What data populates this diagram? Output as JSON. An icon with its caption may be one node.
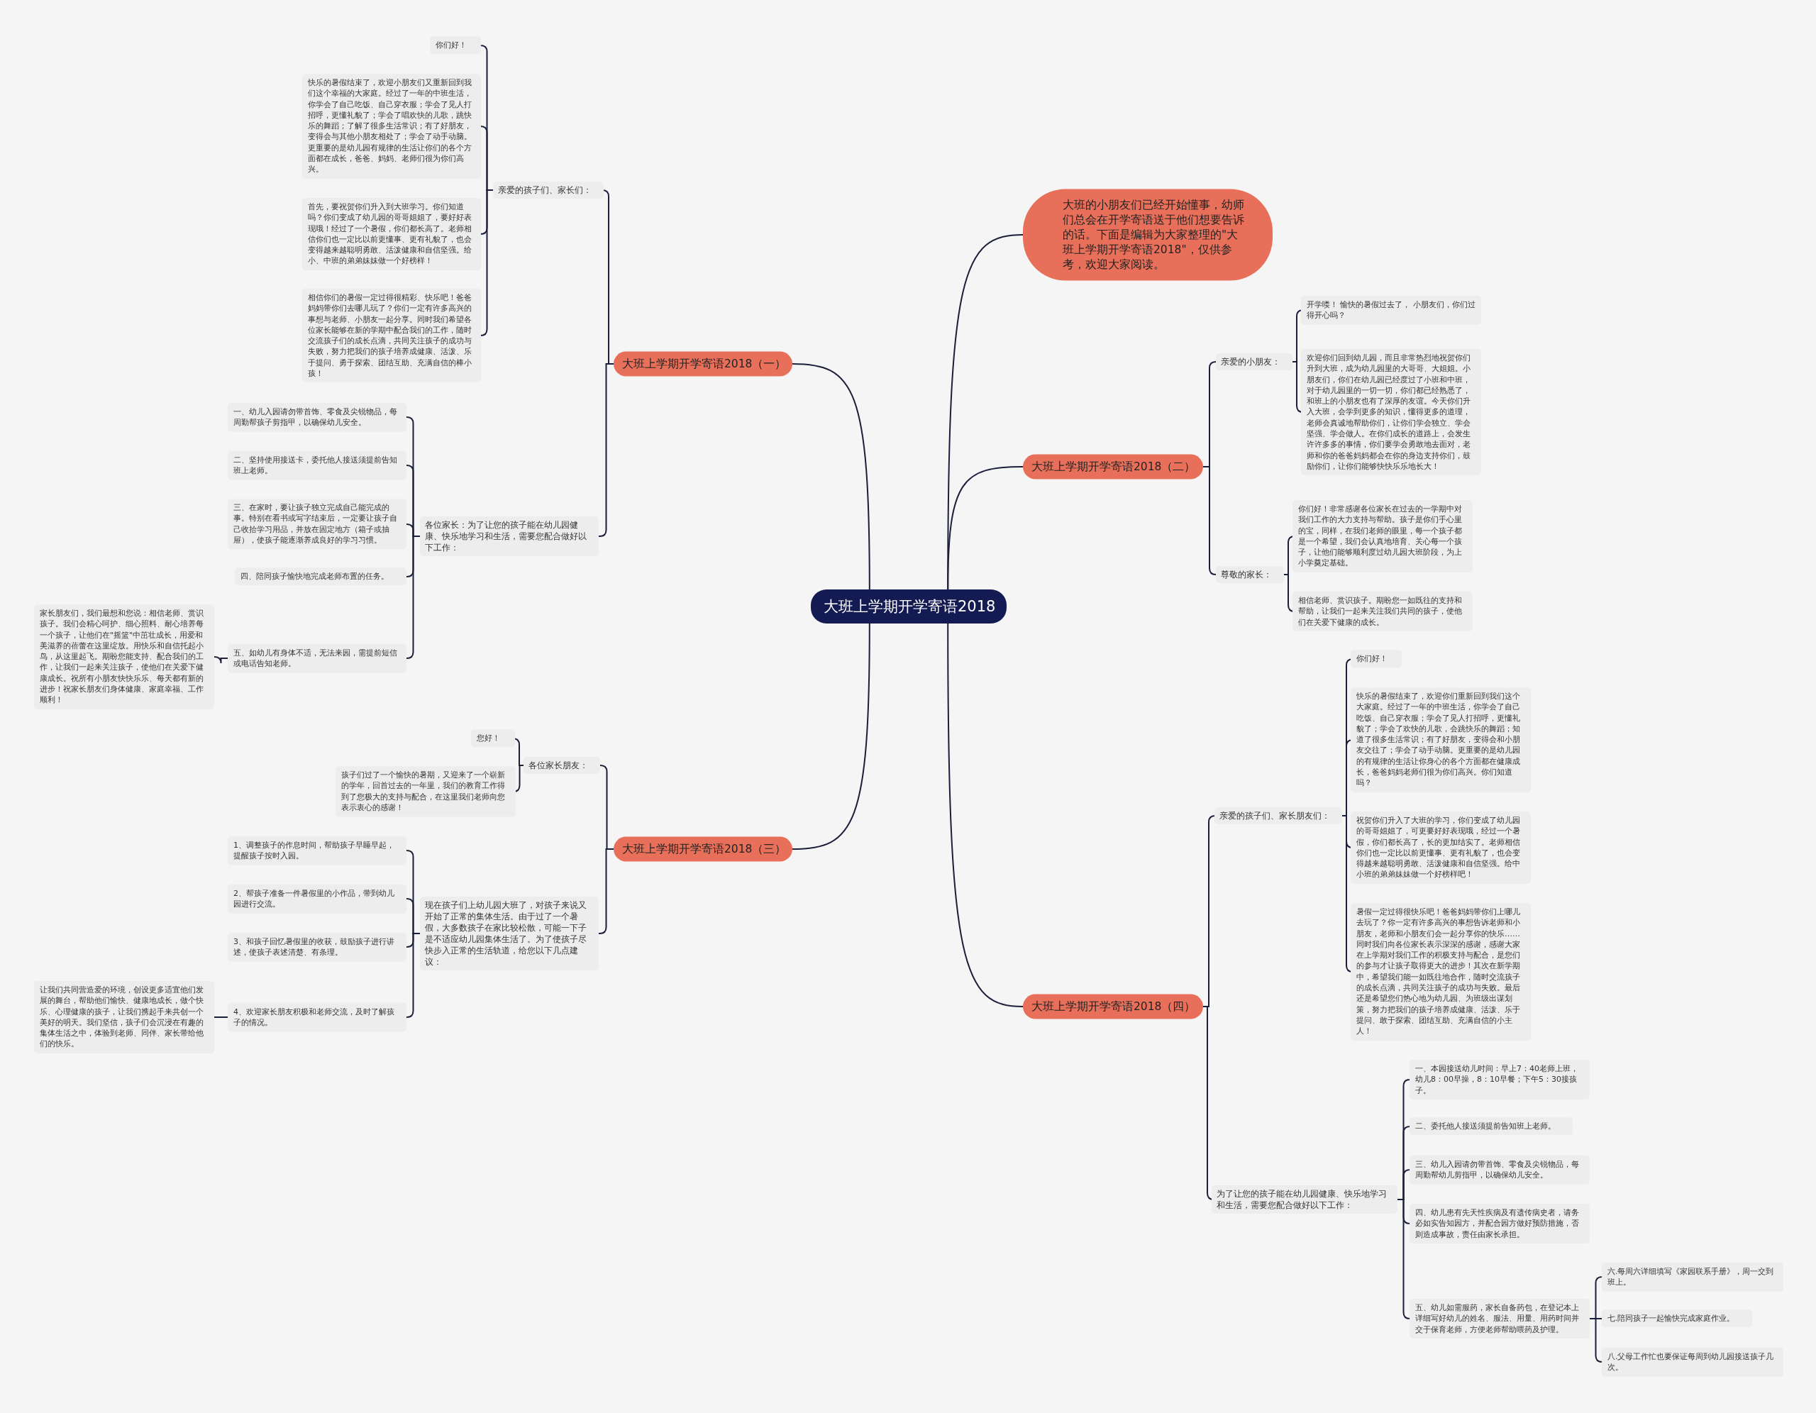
{
  "diagram": {
    "nodes": [
      {
        "text": [
          "大班上学期开学寄语2018"
        ]
      },
      {
        "text": [
          "大班的小朋友们已经开始懂事，幼师们总会在开学寄语送于他们想要告诉的话。下面是编辑为大家整理的\"大班上学期开学寄语2018\"，仅供参考，欢迎大家阅读。"
        ]
      },
      {
        "text": [
          "大班上学期开学寄语2018（一）"
        ]
      },
      {
        "text": [
          "亲爱的孩子们、家长们："
        ]
      },
      {
        "text": [
          "你们好！"
        ]
      },
      {
        "text": [
          "快乐的暑假结束了，欢迎小朋友们又重新回到我们这个幸福的大家庭。经过了一年的中班生活，你学会了自己吃饭、自己穿衣服；学会了见人打招呼，更懂礼貌了；学会了唱欢快的儿歌，跳快乐的舞蹈；了解了很多生活常识；有了好朋友，变得会与其他小朋友相处了；学会了动手动脑。更重要的是幼儿园有规律的生活让你们的各个方面都在成长，爸爸、妈妈、老师们很为你们高兴。"
        ]
      },
      {
        "text": [
          "首先，要祝贺你们升入到大班学习。你们知道吗？你们变成了幼儿园的哥哥姐姐了，要好好表现哦！经过了一个暑假，你们都长高了。老师相信你们也一定比以前更懂事、更有礼貌了，也会变得越来越聪明勇敢、活泼健康和自信坚强。给小、中班的弟弟妹妹做一个好榜样！"
        ]
      },
      {
        "text": [
          "相信你们的暑假一定过得很精彩、快乐吧！爸爸妈妈带你们去哪儿玩了？你们一定有许多高兴的事想与老师、小朋友一起分享。同时我们希望各位家长能够在新的学期中配合我们的工作，随时交流孩子们的成长点滴，共同关注孩子的成功与失败，努力把我们的孩子培养成健康、活泼、乐于提问、勇于探索、团结互助、充满自信的棒小孩！"
        ]
      },
      {
        "text": [
          "各位家长：为了让您的孩子能在幼儿园健康、快乐地学习和生活，需要您配合做好以下工作："
        ]
      },
      {
        "text": [
          "一、幼儿入园请勿带首饰、零食及尖锐物品，每周勤帮孩子剪指甲，以确保幼儿安全。"
        ]
      },
      {
        "text": [
          "二、坚持使用接送卡，委托他人接送须提前告知班上老师。"
        ]
      },
      {
        "text": [
          "三、在家时，要让孩子独立完成自己能完成的事。特别在看书或写字结束后，一定要让孩子自己收拾学习用品，并放在固定地方（箱子或抽屉），使孩子能逐渐养成良好的学习习惯。"
        ]
      },
      {
        "text": [
          "四、陪同孩子愉快地完成老师布置的任务。"
        ]
      },
      {
        "text": [
          "五、如幼儿有身体不适，无法来园，需提前短信或电话告知老师。"
        ]
      },
      {
        "text": [
          "家长朋友们，我们最想和您说：相信老师、赏识孩子。我们会精心呵护、细心照料、耐心培养每一个孩子，让他们在\"摇篮\"中茁壮成长，用爱和美滋养的蓓蕾在这里绽放。用快乐和自信托起小鸟，从这里起飞。期盼您能支持、配合我们的工作，让我们一起来关注孩子，使他们在关爱下健康成长。祝所有小朋友快快乐乐、每天都有新的进步！祝家长朋友们身体健康、家庭幸福、工作顺利！"
        ]
      },
      {
        "text": [
          "大班上学期开学寄语2018（二）"
        ]
      },
      {
        "text": [
          "亲爱的小朋友："
        ]
      },
      {
        "text": [
          "开学喽！ 愉快的暑假过去了， 小朋友们，你们过得开心吗？"
        ]
      },
      {
        "text": [
          "欢迎你们回到幼儿园，而且非常热烈地祝贺你们升到大班，成为幼儿园里的大哥哥、大姐姐。小朋友们，你们在幼儿园已经度过了小班和中班，对于幼儿园里的一切一切，你们都已经熟悉了，和班上的小朋友也有了深厚的友谊。今天你们升入大班，会学到更多的知识，懂得更多的道理，老师会真诚地帮助你们，让你们学会独立、学会坚强、学会做人。在你们成长的道路上，会发生许许多多的事情，你们要学会勇敢地去面对，老师和你的爸爸妈妈都会在你的身边支持你们，鼓励你们，让你们能够快快乐乐地长大！"
        ]
      },
      {
        "text": [
          "尊敬的家长："
        ]
      },
      {
        "text": [
          "你们好！非常感谢各位家长在过去的一学期中对我们工作的大力支持与帮助。孩子是你们手心里的宝，同样，在我们老师的眼里，每一个孩子都是一个希望，我们会认真地培育、关心每一个孩子，让他们能够顺利度过幼儿园大班阶段，为上小学奠定基础。"
        ]
      },
      {
        "text": [
          "相信老师、赏识孩子。期盼您一如既往的支持和帮助，让我们一起来关注我们共同的孩子，使他们在关爱下健康的成长。"
        ]
      },
      {
        "text": [
          "大班上学期开学寄语2018（三）"
        ]
      },
      {
        "text": [
          "各位家长朋友："
        ]
      },
      {
        "text": [
          "您好！"
        ]
      },
      {
        "text": [
          "孩子们过了一个愉快的暑期，又迎来了一个崭新的学年，回首过去的一年里，我们的教育工作得到了您极大的支持与配合，在这里我们老师向您表示衷心的感谢！"
        ]
      },
      {
        "text": [
          "现在孩子们上幼儿园大班了，对孩子来说又开始了正常的集体生活。由于过了一个暑假，大多数孩子在家比较松散，可能一下子是不适应幼儿园集体生活了。为了使孩子尽快步入正常的生活轨道，给您以下几点建议："
        ]
      },
      {
        "text": [
          "1、调整孩子的作息时间，帮助孩子早睡早起，提醒孩子按时入园。"
        ]
      },
      {
        "text": [
          "2、帮孩子准备一件暑假里的小作品，带到幼儿园进行交流。"
        ]
      },
      {
        "text": [
          "3、和孩子回忆暑假里的收获，鼓励孩子进行讲述，使孩子表述清楚、有条理。"
        ]
      },
      {
        "text": [
          "4、欢迎家长朋友积极和老师交流，及时了解孩子的情况。"
        ]
      },
      {
        "text": [
          "让我们共同营造爱的环境，创设更多适宜他们发展的舞台，帮助他们愉快、健康地成长，做个快乐、心理健康的孩子，让我们携起手来共创一个美好的明天。我们坚信，孩子们会沉浸在有趣的集体生活之中，体验到老师、同伴、家长带给他们的快乐。"
        ]
      },
      {
        "text": [
          "大班上学期开学寄语2018（四）"
        ]
      },
      {
        "text": [
          "亲爱的孩子们、家长朋友们："
        ]
      },
      {
        "text": [
          "你们好！"
        ]
      },
      {
        "text": [
          "快乐的暑假结束了，欢迎你们重新回到我们这个大家庭。经过了一年的中班生活，你学会了自己吃饭、自己穿衣服；学会了见人打招呼，更懂礼貌了；学会了欢快的儿歌，会跳快乐的舞蹈；知道了很多生活常识；有了好朋友，变得会和小朋友交往了；学会了动手动脑。更重要的是幼儿园的有规律的生活让你身心的各个方面都在健康成长，爸爸妈妈老师们很为你们高兴。你们知道吗？"
        ]
      },
      {
        "text": [
          "祝贺你们升入了大班的学习，你们变成了幼儿园的哥哥姐姐了，可更要好好表现哦，经过一个暑假，你们都长高了，长的更加结实了。老师相信你们也一定比以前更懂事、更有礼貌了，也会变得越来越聪明勇敢、活泼健康和自信坚强。给中小班的弟弟妹妹做一个好榜样吧！"
        ]
      },
      {
        "text": [
          "暑假一定过得很快乐吧！爸爸妈妈带你们上哪儿去玩了？你一定有许多高兴的事想告诉老师和小朋友，老师和小朋友们会一起分享你的快乐……同时我们向各位家长表示深深的感谢，感谢大家在上学期对我们工作的积极支持与配合，是您们的参与才让孩子取得更大的进步！其次在新学期中，希望我们能一如既往地合作，随时交流孩子的成长点滴，共同关注孩子的成功与失败。最后还是希望您们热心地为幼儿园、为班级出谋划策，努力把我们的孩子培养成健康、活泼、乐于提问、敢于探索、团结互助、充满自信的小主人！"
        ]
      },
      {
        "text": [
          "为了让您的孩子能在幼儿园健康、快乐地学习和生活，需要您配合做好以下工作："
        ]
      },
      {
        "text": [
          "一、本园接送幼儿时间：早上7：40老师上班，幼儿8：00早操，8：10早餐；下午5：30接孩子。"
        ]
      },
      {
        "text": [
          "二、委托他人接送须提前告知班上老师。"
        ]
      },
      {
        "text": [
          "三、幼儿入园请勿带首饰、零食及尖锐物品，每周勤帮幼儿剪指甲，以确保幼儿安全。"
        ]
      },
      {
        "text": [
          "四、幼儿患有先天性疾病及有遗传病史者，请务必如实告知园方，并配合园方做好预防措施，否则造成事故，责任由家长承担。"
        ]
      },
      {
        "text": [
          "五、幼儿如需服药，家长自备药包，在登记本上详细写好幼儿的姓名、服法、用量、用药时间并交于保育老师，方便老师帮助喂药及护理。"
        ]
      },
      {
        "text": [
          "六.每周六详细填写《家园联系手册》，周一交到班上。"
        ]
      },
      {
        "text": [
          "七.陪同孩子一起愉快完成家庭作业。"
        ]
      },
      {
        "text": [
          "八.父母工作忙也要保证每周到幼儿园接送孩子几次。"
        ]
      }
    ],
    "edges": [
      {
        "from": 0,
        "to": 1,
        "arrow": "none"
      },
      {
        "from": 0,
        "to": 2,
        "arrow": "none"
      },
      {
        "from": 2,
        "to": 3,
        "arrow": "none"
      },
      {
        "from": 3,
        "to": 4,
        "arrow": "none"
      },
      {
        "from": 3,
        "to": 5,
        "arrow": "none"
      },
      {
        "from": 3,
        "to": 6,
        "arrow": "none"
      },
      {
        "from": 3,
        "to": 7,
        "arrow": "none"
      },
      {
        "from": 2,
        "to": 8,
        "arrow": "none"
      },
      {
        "from": 8,
        "to": 9,
        "arrow": "none"
      },
      {
        "from": 8,
        "to": 10,
        "arrow": "none"
      },
      {
        "from": 8,
        "to": 11,
        "arrow": "none"
      },
      {
        "from": 8,
        "to": 12,
        "arrow": "none"
      },
      {
        "from": 8,
        "to": 13,
        "arrow": "none"
      },
      {
        "from": 13,
        "to": 14,
        "arrow": "none"
      },
      {
        "from": 0,
        "to": 15,
        "arrow": "none"
      },
      {
        "from": 15,
        "to": 16,
        "arrow": "none"
      },
      {
        "from": 16,
        "to": 17,
        "arrow": "none"
      },
      {
        "from": 16,
        "to": 18,
        "arrow": "none"
      },
      {
        "from": 15,
        "to": 19,
        "arrow": "none"
      },
      {
        "from": 19,
        "to": 20,
        "arrow": "none"
      },
      {
        "from": 19,
        "to": 21,
        "arrow": "none"
      },
      {
        "from": 0,
        "to": 22,
        "arrow": "none"
      },
      {
        "from": 22,
        "to": 23,
        "arrow": "none"
      },
      {
        "from": 23,
        "to": 24,
        "arrow": "none"
      },
      {
        "from": 23,
        "to": 25,
        "arrow": "none"
      },
      {
        "from": 22,
        "to": 26,
        "arrow": "none"
      },
      {
        "from": 26,
        "to": 27,
        "arrow": "none"
      },
      {
        "from": 26,
        "to": 28,
        "arrow": "none"
      },
      {
        "from": 26,
        "to": 29,
        "arrow": "none"
      },
      {
        "from": 26,
        "to": 30,
        "arrow": "none"
      },
      {
        "from": 30,
        "to": 31,
        "arrow": "none"
      },
      {
        "from": 0,
        "to": 32,
        "arrow": "none"
      },
      {
        "from": 32,
        "to": 33,
        "arrow": "none"
      },
      {
        "from": 33,
        "to": 34,
        "arrow": "none"
      },
      {
        "from": 33,
        "to": 35,
        "arrow": "none"
      },
      {
        "from": 33,
        "to": 36,
        "arrow": "none"
      },
      {
        "from": 33,
        "to": 37,
        "arrow": "none"
      },
      {
        "from": 32,
        "to": 38,
        "arrow": "none"
      },
      {
        "from": 38,
        "to": 39,
        "arrow": "none"
      },
      {
        "from": 38,
        "to": 40,
        "arrow": "none"
      },
      {
        "from": 38,
        "to": 41,
        "arrow": "none"
      },
      {
        "from": 38,
        "to": 42,
        "arrow": "none"
      },
      {
        "from": 38,
        "to": 43,
        "arrow": "none"
      },
      {
        "from": 43,
        "to": 44,
        "arrow": "none"
      },
      {
        "from": 43,
        "to": 45,
        "arrow": "none"
      },
      {
        "from": 43,
        "to": 46,
        "arrow": "none"
      }
    ]
  }
}
